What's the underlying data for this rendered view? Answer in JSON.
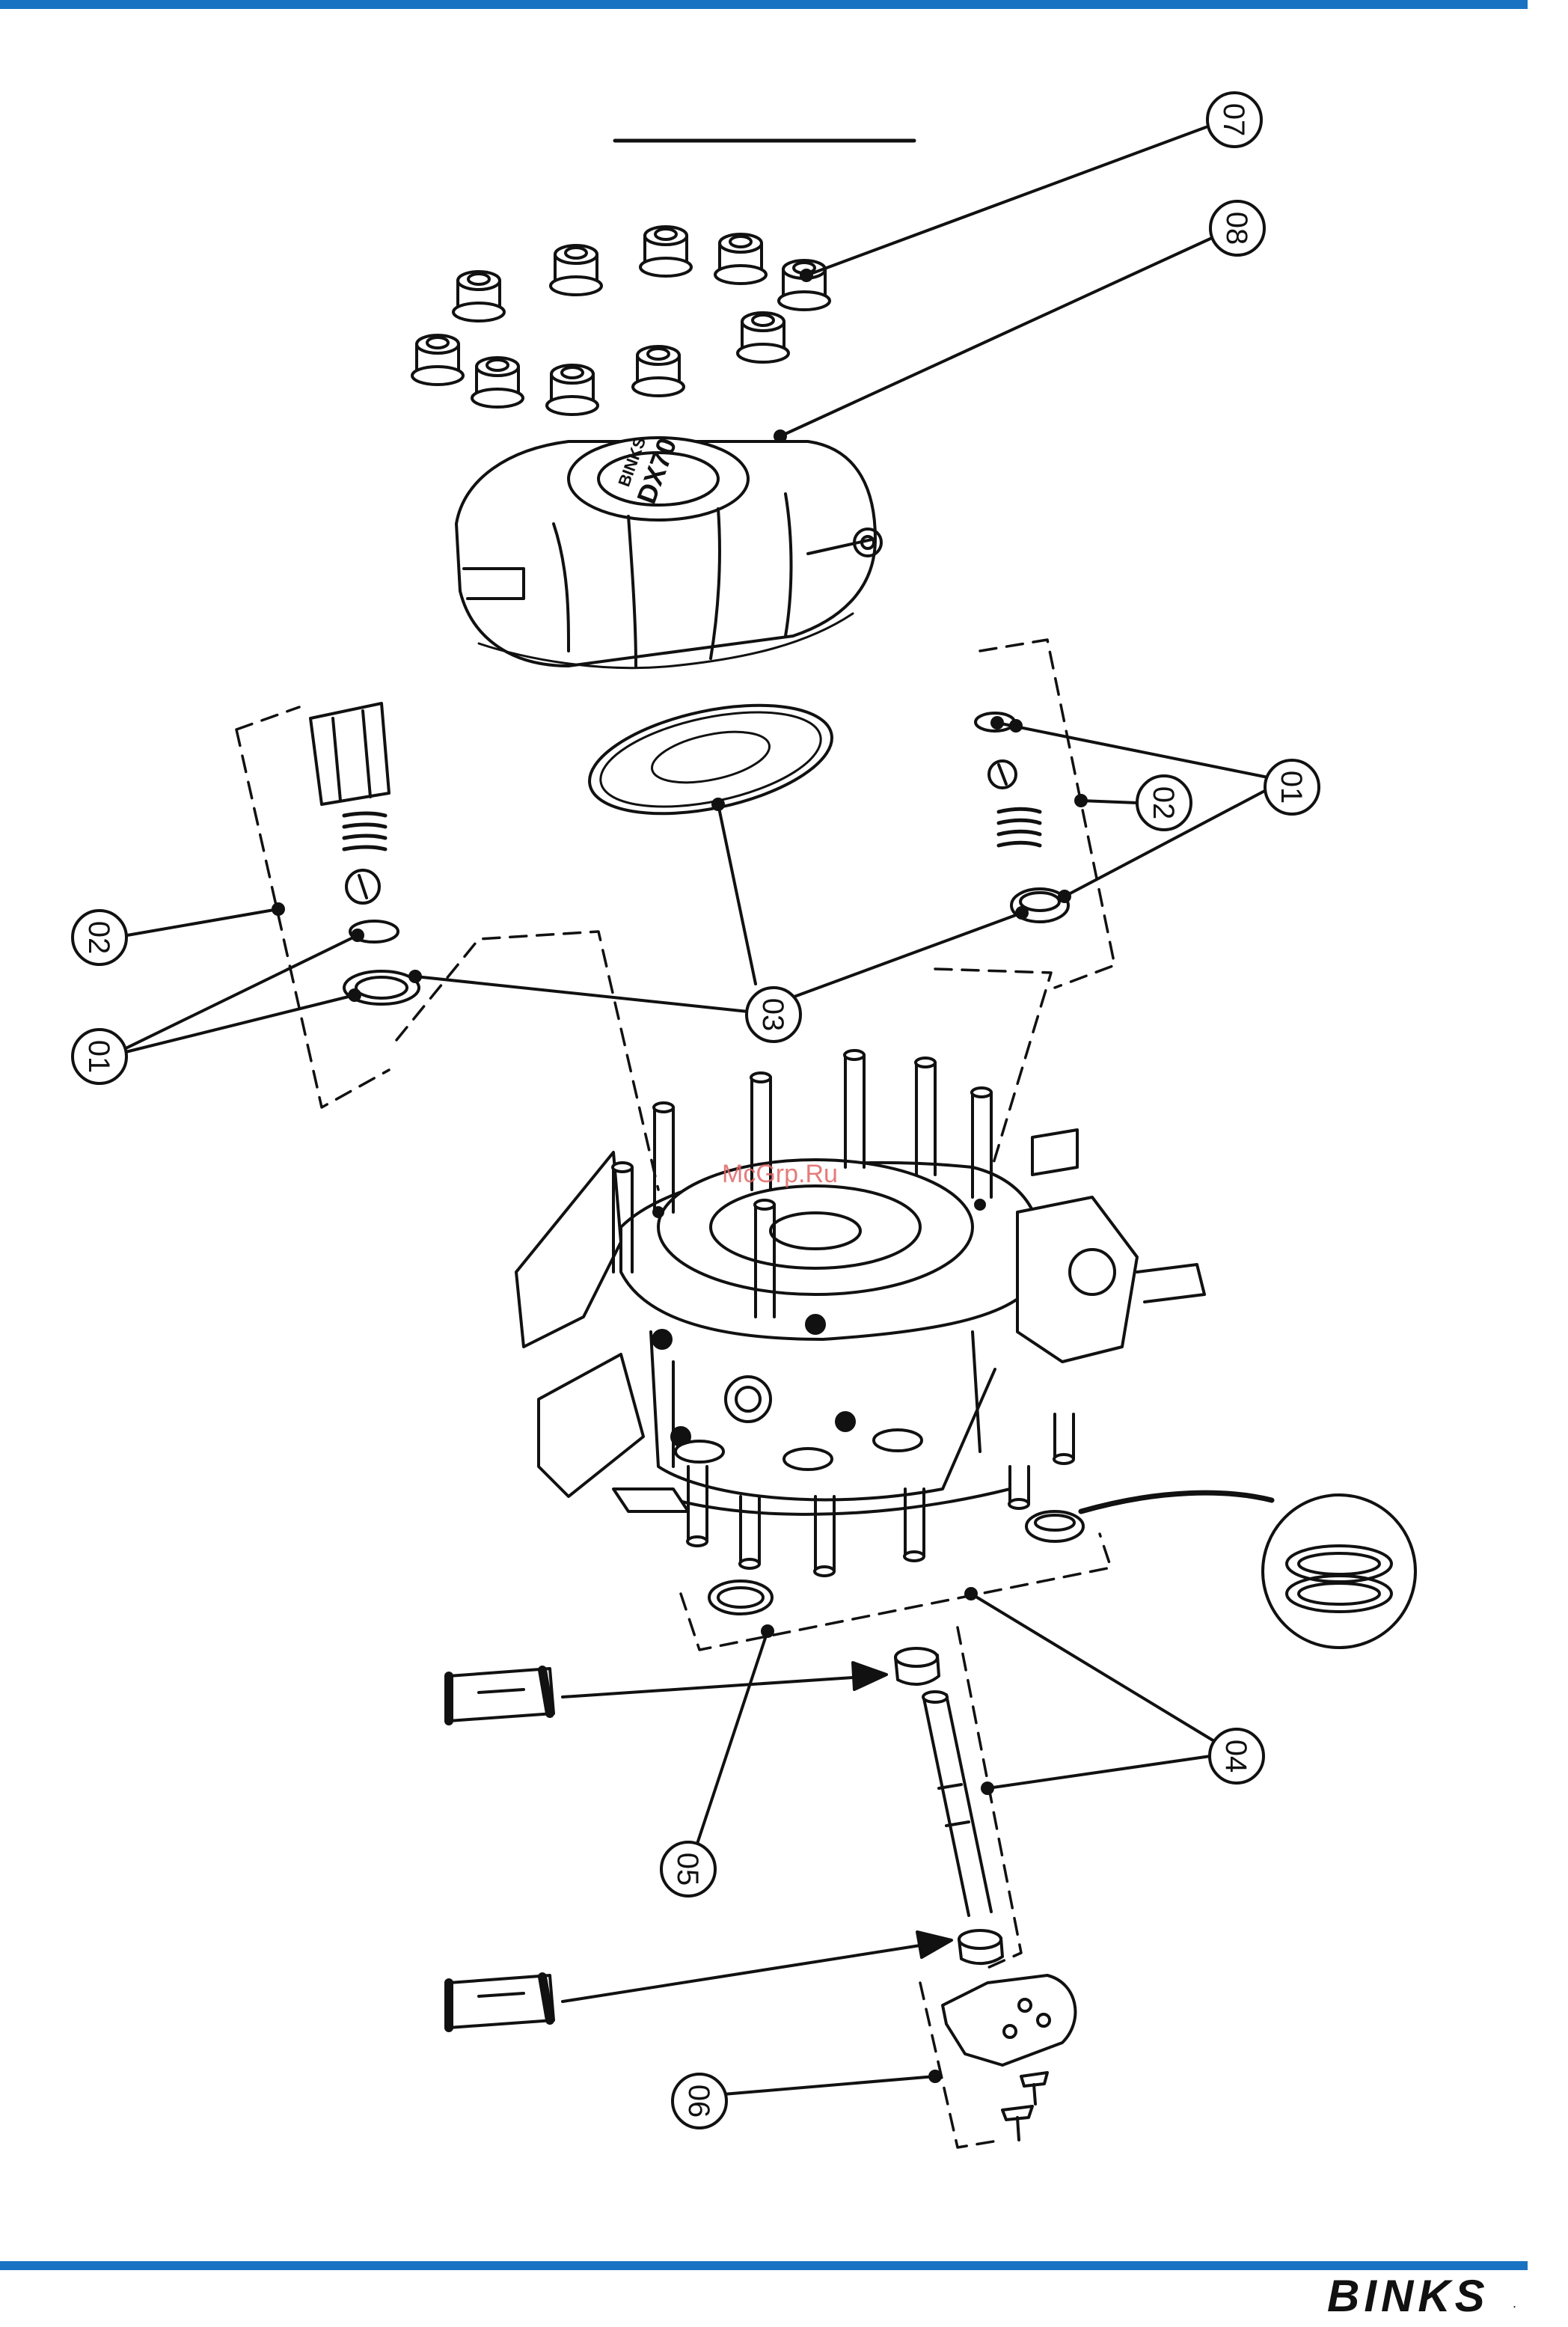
{
  "callouts": [
    {
      "id": "c07",
      "label": "07"
    },
    {
      "id": "c08",
      "label": "08"
    },
    {
      "id": "c01-right",
      "label": "01"
    },
    {
      "id": "c02-right",
      "label": "02"
    },
    {
      "id": "c02-left",
      "label": "02"
    },
    {
      "id": "c01-left",
      "label": "01"
    },
    {
      "id": "c03",
      "label": "03"
    },
    {
      "id": "c04",
      "label": "04"
    },
    {
      "id": "c05",
      "label": "05"
    },
    {
      "id": "c06",
      "label": "06"
    }
  ],
  "cover_text": {
    "brand": "BINKS",
    "model": "DX70"
  },
  "watermark": "McGrp.Ru",
  "brand": {
    "name": "BINKS",
    "mark": "."
  },
  "colors": {
    "rule": "#1a73c2",
    "line": "#111111",
    "watermark": "#e06666"
  }
}
